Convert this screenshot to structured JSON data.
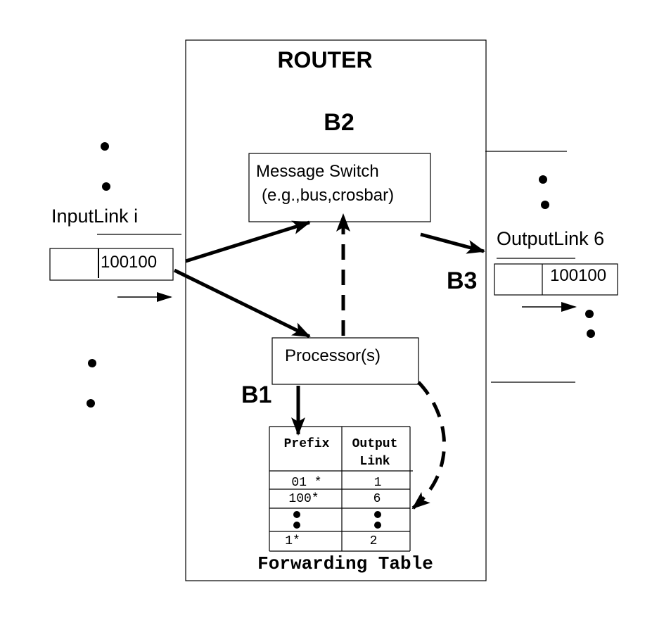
{
  "router": {
    "title": "ROUTER",
    "message_switch_label": "B2",
    "switch_line1": "Message Switch",
    "switch_line2": "(e.g.,bus,crosbar)",
    "processor": "Processor(s)",
    "processor_label": "B1",
    "output_label": "B3"
  },
  "input": {
    "name": "InputLink i",
    "packet": "100100"
  },
  "output": {
    "name": "OutputLink 6",
    "packet": "100100"
  },
  "forwarding_table": {
    "title": "Forwarding Table",
    "header_prefix": "Prefix",
    "header_output_line1": "Output",
    "header_output_line2": "Link",
    "rows": [
      {
        "prefix": "01 *",
        "link": "1"
      },
      {
        "prefix": "100*",
        "link": "6"
      },
      {
        "prefix": "1*",
        "link": "2"
      }
    ]
  }
}
